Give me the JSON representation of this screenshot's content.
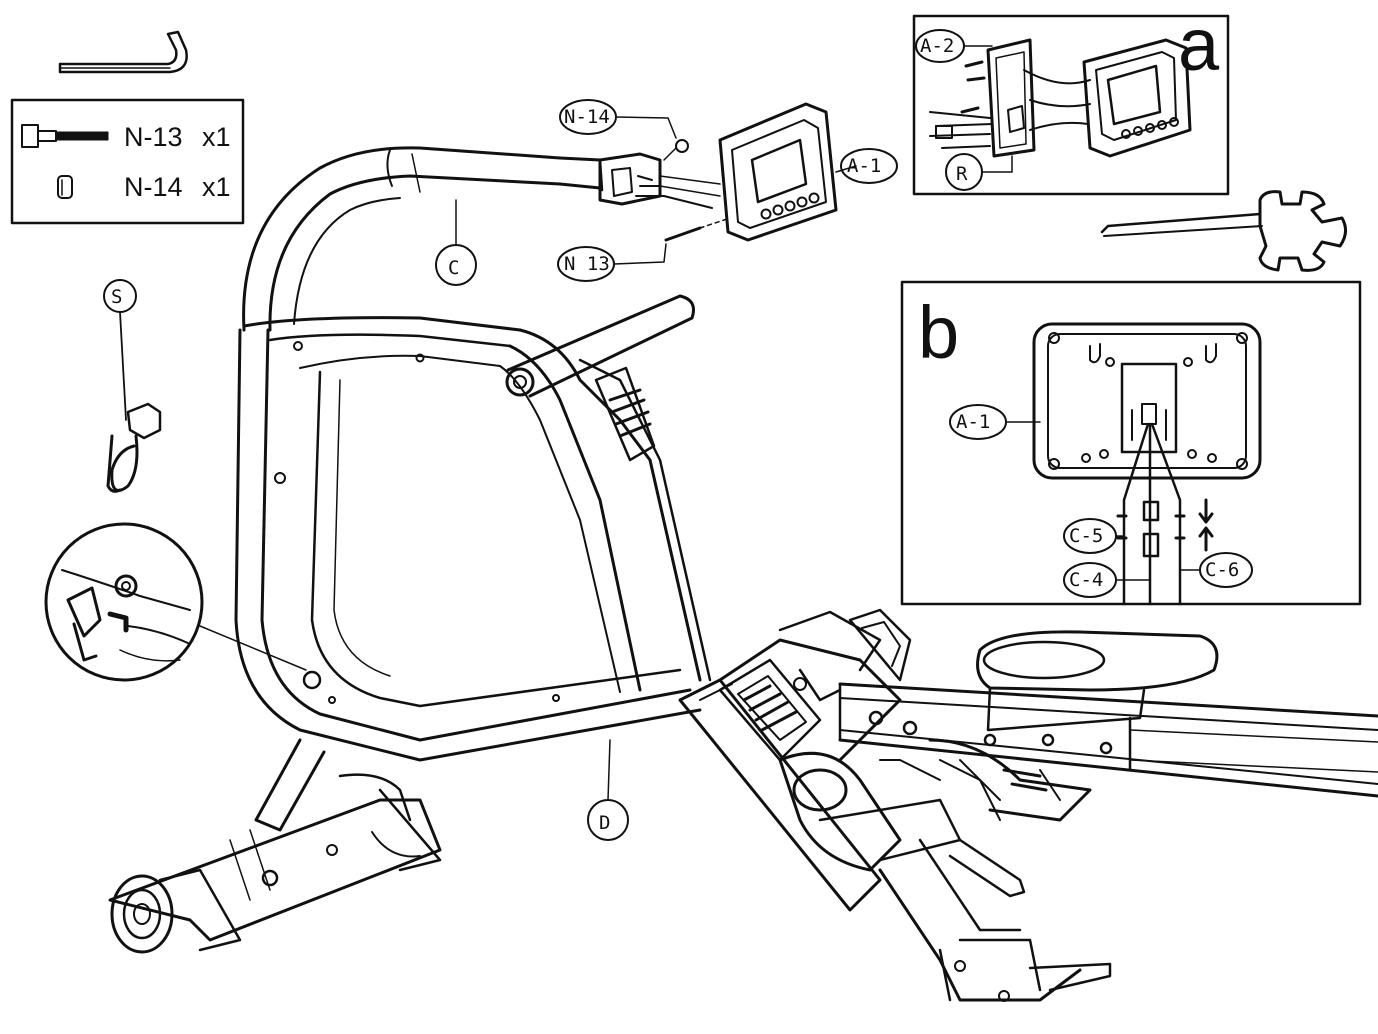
{
  "parts_list": [
    {
      "code": "N-13",
      "qty": "x1"
    },
    {
      "code": "N-14",
      "qty": "x1"
    }
  ],
  "callouts": {
    "C": "C",
    "D": "D",
    "S": "S",
    "N14": "N-14",
    "N13": "N 13",
    "A1": "A-1",
    "A2": "A-2",
    "R": "R",
    "A1b": "A-1",
    "C5": "C-5",
    "C4": "C-4",
    "C6": "C-6"
  },
  "insets": {
    "a": "a",
    "b": "b"
  }
}
